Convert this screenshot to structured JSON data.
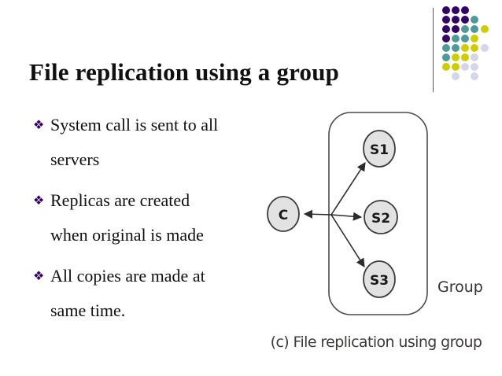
{
  "slide_title": "File replication using a group",
  "bullet_glyph": "❖",
  "bullets": [
    {
      "lines": [
        "System call is sent to all",
        "servers"
      ]
    },
    {
      "lines": [
        "Replicas are created",
        "when original is made"
      ]
    },
    {
      "lines": [
        "All copies are made at",
        "same time."
      ]
    }
  ],
  "diagram": {
    "nodes": {
      "client": "C",
      "s1": "S1",
      "s2": "S2",
      "s3": "S3"
    },
    "group_label": "Group",
    "caption": "(c) File replication using group"
  },
  "decoration": {
    "palette": {
      "purple": "#330066",
      "teal": "#4E9A9A",
      "yellow": "#CFCC00",
      "lavender": "#D5D5EB"
    },
    "pattern": [
      [
        "purple",
        "purple",
        "purple"
      ],
      [
        "purple",
        "purple",
        "purple",
        "teal"
      ],
      [
        "purple",
        "purple",
        "teal",
        "teal",
        "yellow"
      ],
      [
        "purple",
        "teal",
        "teal",
        "yellow"
      ],
      [
        "teal",
        "teal",
        "yellow",
        "yellow",
        "lavender"
      ],
      [
        "teal",
        "yellow",
        "yellow",
        "lavender"
      ],
      [
        "yellow",
        "yellow",
        "lavender",
        "lavender"
      ],
      [
        null,
        "lavender",
        null,
        "lavender"
      ]
    ]
  },
  "colors": {
    "bullet_marker": "#330066",
    "node_fill": "#E2E2E2",
    "diagram_stroke": "#3B3B3B",
    "caption_text": "#3C3A38"
  }
}
